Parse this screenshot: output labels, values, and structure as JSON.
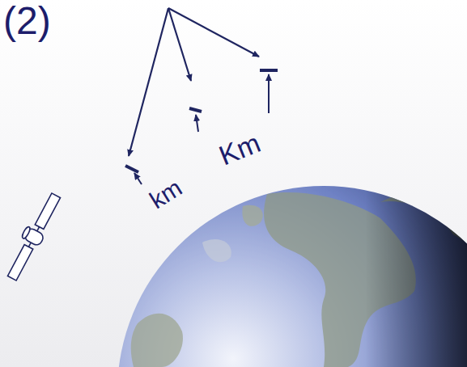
{
  "diagram": {
    "labels": [
      "(2)",
      "km",
      "Km"
    ]
  }
}
